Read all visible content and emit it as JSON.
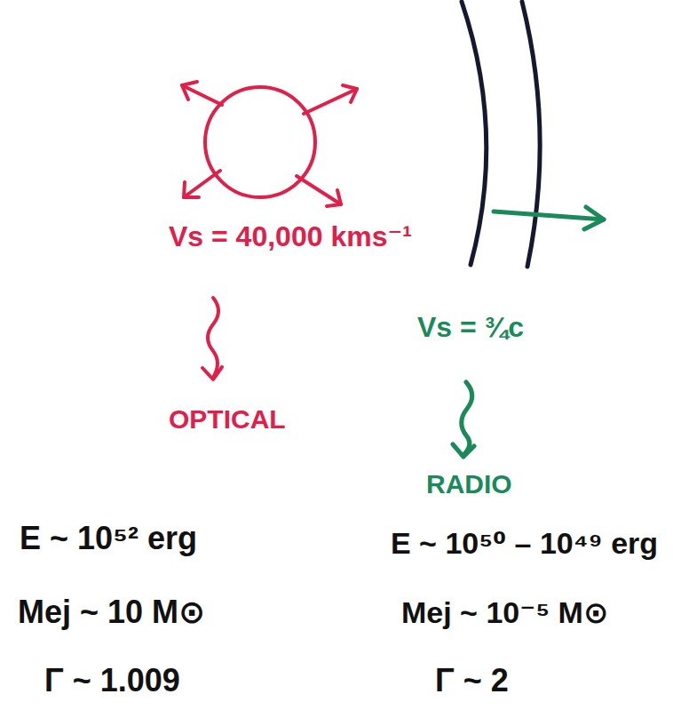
{
  "diagram": {
    "labels": [
      "Vs = 40,000 kms⁻¹",
      "OPTICAL",
      "Vs = ¾c",
      "RADIO",
      "E ~ 10⁵² erg",
      "E ~ 10⁵⁰ – 10⁴⁹ erg",
      "Mej ~ 10 M⊙",
      "Mej ~ 10⁻⁵ M⊙",
      "Γ ~ 1.009",
      "Γ ~ 2"
    ]
  }
}
